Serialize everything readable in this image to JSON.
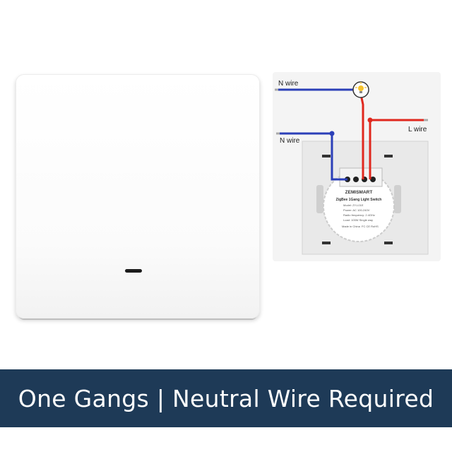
{
  "diagram": {
    "n_wire_top": "N wire",
    "n_wire_bottom": "N wire",
    "l_wire": "L wire",
    "brand": "ZEMISMART",
    "model_title": "ZigBee 1Gang Light Switch",
    "spec_model": "Model: ZY-L01E",
    "spec_power": "Power: AC 100-240V",
    "spec_radio": "Radio frequency: 2.4GHz",
    "spec_load": "Load: 100W Single way",
    "made_in": "Made in China",
    "cert_marks": "FC CE RoHS",
    "colors": {
      "neutral": "#2b3fb8",
      "live": "#e0281e"
    }
  },
  "footer": {
    "text": "One Gangs | Neutral Wire Required",
    "background": "#1e3a57"
  }
}
